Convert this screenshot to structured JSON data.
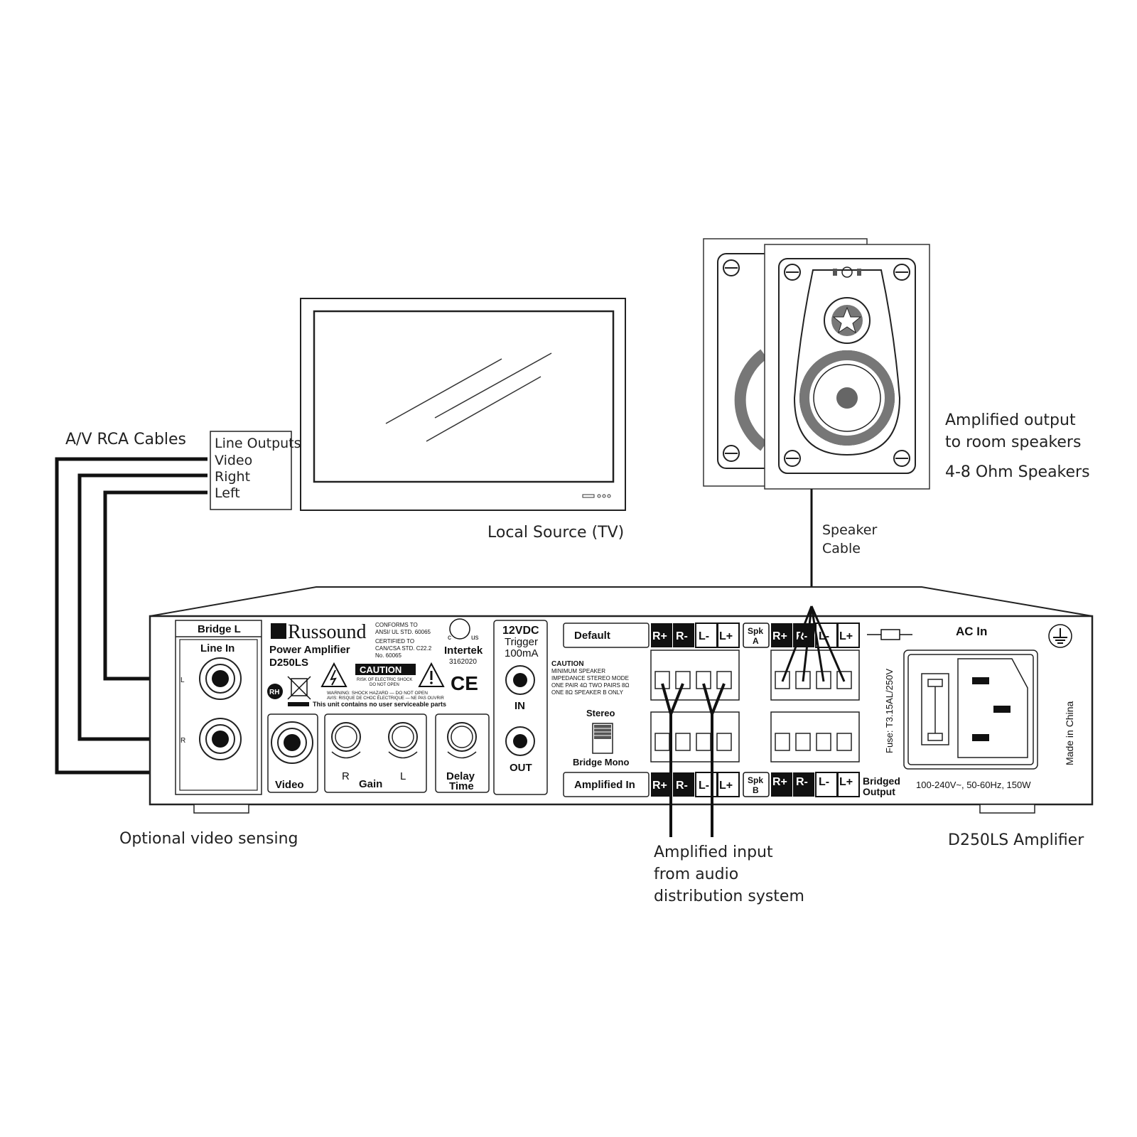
{
  "labels": {
    "av_rca_cables": "A/V RCA Cables",
    "local_source": "Local Source (TV)",
    "amplified_output_1": "Amplified output",
    "amplified_output_2": "to room speakers",
    "speakers_ohm": "4-8 Ohm Speakers",
    "speaker_cable_1": "Speaker",
    "speaker_cable_2": "Cable",
    "optional_video": "Optional video sensing",
    "amp_input_1": "Amplified input",
    "amp_input_2": "from audio",
    "amp_input_3": "distribution system",
    "amplifier_name": "D250LS Amplifier"
  },
  "tv_outputs": {
    "title": "Line Outputs",
    "video": "Video",
    "right": "Right",
    "left": "Left"
  },
  "panel": {
    "bridge_l": "Bridge L",
    "line_in": "Line In",
    "l": "L",
    "r": "R",
    "video": "Video",
    "brand": "Russound",
    "model_line1": "Power Amplifier",
    "model_line2": "D250LS",
    "conforms_1": "CONFORMS TO",
    "conforms_2": "ANSI/ UL STD. 60065",
    "conforms_3": "CERTIFIED TO",
    "conforms_4": "CAN/CSA STD. C22.2",
    "conforms_5": "No. 60065",
    "etl_c": "c",
    "etl_us": "us",
    "intertek": "Intertek",
    "intertek_no": "3162020",
    "caution": "CAUTION",
    "caution_sub1": "RISK OF ELECTRIC SHOCK",
    "caution_sub2": "DO NOT OPEN",
    "warning_1": "WARNING: SHOCK HAZARD — DO NOT OPEN",
    "warning_2": "AVIS: RISQUE DE CHOC ÉLECTRIQUE — NE PAS OUVRIR",
    "no_serviceable": "This unit contains no user serviceable parts",
    "ce": "CE",
    "rh": "RH",
    "gain": "Gain",
    "gain_r": "R",
    "gain_l": "L",
    "delay_1": "Delay",
    "delay_2": "Time",
    "trigger_1": "12VDC",
    "trigger_2": "Trigger",
    "trigger_3": "100mA",
    "in": "IN",
    "out": "OUT",
    "default": "Default",
    "amplified_in": "Amplified In",
    "caution_small": "CAUTION",
    "caution_l1": "MINIMUM SPEAKER",
    "caution_l2": "IMPEDANCE STEREO MODE",
    "caution_l3": "ONE PAIR 4Ω TWO PAIRS 8Ω",
    "caution_l4": "ONE 8Ω SPEAKER B ONLY",
    "stereo": "Stereo",
    "bridge_mono": "Bridge Mono",
    "rplus": "R+",
    "rminus": "R-",
    "lminus": "L-",
    "lplus": "L+",
    "spk_a_1": "Spk",
    "spk_a_2": "A",
    "spk_b_1": "Spk",
    "spk_b_2": "B",
    "bridged_1": "Bridged",
    "bridged_2": "Output",
    "fuse": "Fuse: T3.15AL/250V",
    "ac_in": "AC In",
    "made_in": "Made in China",
    "power": "100-240V~, 50-60Hz, 150W"
  }
}
